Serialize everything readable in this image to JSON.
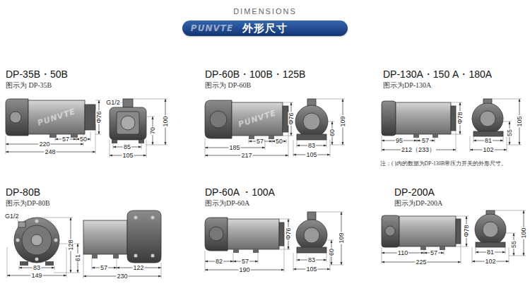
{
  "diagram": {
    "nodes": [
      {
        "text": [
          "外形尺寸"
        ]
      }
    ],
    "labels": [
      "DIMENSIONS",
      "DP-35B・50B",
      "图示为 DP-35B",
      "G1/2",
      "Φ76",
      "100",
      "70",
      "220",
      "57",
      "50",
      "248",
      "85",
      "105",
      "PUNVTE",
      "DP-60B・100B・125B",
      "图示为 DP-60B",
      "Φ76",
      "109",
      "60",
      "185",
      "57",
      "50",
      "217",
      "83",
      "105",
      "PUNVTE",
      "DP-130A・150 A・180A",
      "图示为DP-130A",
      "Φ78",
      "105",
      "55",
      "95",
      "57",
      "212（233）",
      "81",
      "102",
      "注：( )内的数据为DP-130B带压力开关的外形尺寸。",
      "DP-80B",
      "图示为DP-80B",
      "G1/2",
      "128",
      "61",
      "83",
      "149",
      "57",
      "122",
      "230",
      "DP-60A ・100A",
      "图示为DP-60A",
      "Φ76",
      "109",
      "60",
      "82",
      "57",
      "190",
      "83",
      "105",
      "DP-200A",
      "图示为DP-200A",
      "Φ78",
      "100",
      "55",
      "110",
      "57",
      "225",
      "81",
      "102",
      "PUNVTE"
    ]
  }
}
